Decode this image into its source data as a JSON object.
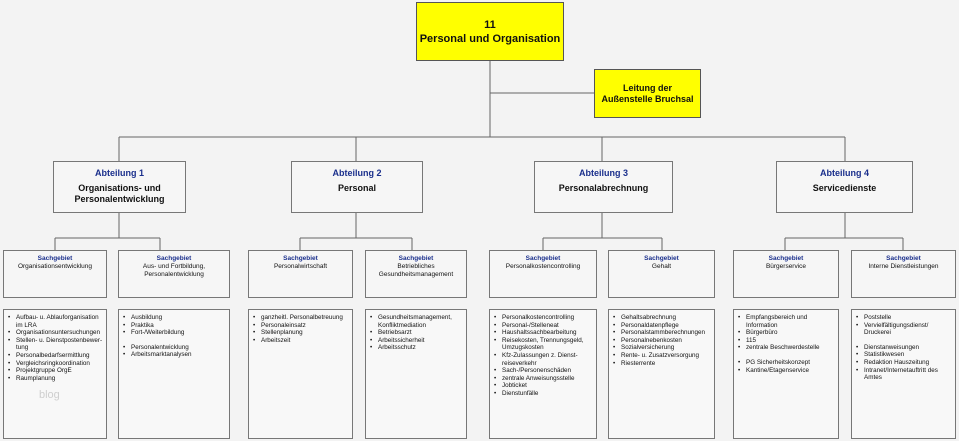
{
  "root": {
    "number": "11",
    "title": "Personal und Organisation"
  },
  "staff": {
    "label": "Leitung der Außenstelle Bruchsal"
  },
  "departments": [
    {
      "name": "Abteilung 1",
      "title": "Organisations- und Personalentwicklung"
    },
    {
      "name": "Abteilung 2",
      "title": "Personal"
    },
    {
      "name": "Abteilung 3",
      "title": "Personalabrechnung"
    },
    {
      "name": "Abteilung 4",
      "title": "Servicedienste"
    }
  ],
  "sachgebiete": [
    {
      "label": "Sachgebiet",
      "title": "Organisationsentwicklung"
    },
    {
      "label": "Sachgebiet",
      "title": "Aus- und Fortbildung, Personalentwicklung"
    },
    {
      "label": "Sachgebiet",
      "title": "Personalwirtschaft"
    },
    {
      "label": "Sachgebiet",
      "title": "Betriebliches Gesundheitsmanagement"
    },
    {
      "label": "Sachgebiet",
      "title": "Personalkostencontrolling"
    },
    {
      "label": "Sachgebiet",
      "title": "Gehalt"
    },
    {
      "label": "Sachgebiet",
      "title": "Bürgerservice"
    },
    {
      "label": "Sachgebiet",
      "title": "Interne Dienstleistungen"
    }
  ],
  "tasks": [
    [
      "Aufbau- u. Ablauforganisation im LRA",
      "Organisationsuntersuchungen",
      "Stellen- u. Dienstpostenbewer-tung",
      "Personalbedarfsermittlung",
      "Vergleichsringkoordination",
      "Projektgruppe OrgE",
      "Raumplanung"
    ],
    [
      "Ausbildung",
      "Praktika",
      "Fort-/Weiterbildung",
      "Personalentwicklung",
      "Arbeitsmarktanalysen"
    ],
    [
      "ganzheitl. Personalbetreuung",
      "Personaleinsatz",
      "Stellenplanung",
      "Arbeitszeit"
    ],
    [
      "Gesundheitsmanagement, Konfliktmediation",
      "Betriebsarzt",
      "Arbeitssicherheit",
      "Arbeitsschutz"
    ],
    [
      "Personalkostencontrolling",
      "Personal-/Stelleneat",
      "Haushaltssachbearbeitung",
      "Reisekosten, Trennungsgeld, Umzugskosten",
      "Kfz-Zulassungen z. Dienst-reiseverkehr",
      "Sach-/Personenschäden",
      "zentrale Anweisungsstelle",
      "Jobticket",
      "Dienstunfälle"
    ],
    [
      "Gehaltsabrechnung",
      "Personaldatenpflege",
      "Personalstammberechnungen",
      "Personalnebenkosten",
      "Sozialversicherung",
      "Rente- u. Zusatzversorgung",
      "Riesterrente"
    ],
    [
      "Empfangsbereich und Information",
      "Bürgerbüro",
      "115",
      "zentrale Beschwerdestelle",
      "PG Sicherheitskonzept",
      "Kantine/Etagenservice"
    ],
    [
      "Poststelle",
      "Vervielfältigungsdienst/ Druckerei",
      "Dienstanweisungen",
      "Statistikwesen",
      "Redaktion Hauszeitung",
      "Intranet/Internetauftritt des Amtes"
    ]
  ],
  "task_gaps": [
    [],
    [
      3
    ],
    [],
    [],
    [],
    [],
    [
      4
    ],
    [
      2
    ]
  ],
  "watermark": "blog"
}
